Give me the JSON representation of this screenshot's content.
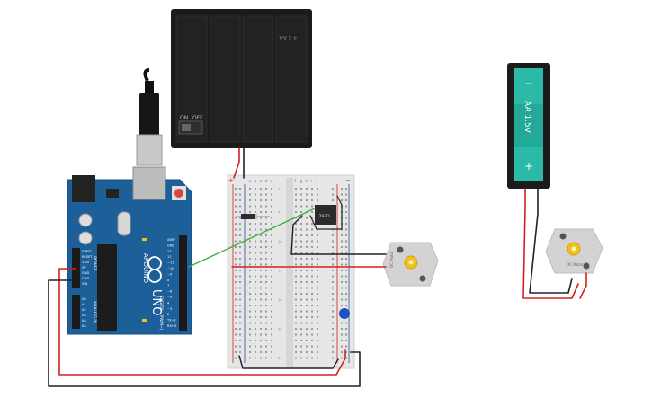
{
  "battery_pack": {
    "cell_label": "4 x AA",
    "switch_on": "ON",
    "switch_off": "OFF"
  },
  "arduino": {
    "model": "UNO",
    "brand": "ARDUINO",
    "reset_label": "RESET",
    "left_header_labels": [
      "IOREF",
      "RESET",
      "3.3V",
      "5V",
      "GND",
      "GND",
      "VIN"
    ],
    "analog_labels": [
      "A0",
      "A1",
      "A2",
      "A3",
      "A4",
      "A5"
    ],
    "power_label": "POWER",
    "analog_in_label": "ANALOG IN",
    "digital_label": "DIGITAL (PWM~)",
    "right_header_labels": [
      "AREF",
      "GND",
      "13",
      "12",
      "~11",
      "~10",
      "~9",
      "8",
      "7",
      "~6",
      "~5",
      "4",
      "~3",
      "2",
      "TX→1",
      "RX←0"
    ],
    "led_labels": [
      "L",
      "TX",
      "RX",
      "ON"
    ]
  },
  "breadboard": {
    "column_letters": [
      "a",
      "b",
      "c",
      "d",
      "e",
      "f",
      "g",
      "h",
      "i",
      "j"
    ],
    "rail_plus": "+",
    "rail_minus": "−",
    "row_numbers": [
      "1",
      "5",
      "10",
      "15",
      "20",
      "25",
      "30"
    ]
  },
  "ic_chip": {
    "label": "L293D"
  },
  "motor_left": {
    "label": "DC Motor"
  },
  "motor_right": {
    "label": "DC Motor"
  },
  "aa_holder": {
    "cell_text": "AA 1.5V",
    "minus": "−",
    "plus": "+"
  },
  "colors": {
    "board_blue": "#1d5f99",
    "battery_black": "#1b1b1b",
    "battery_teal": "#2bb9a8",
    "wire_red": "#d0221f",
    "wire_black": "#222222",
    "wire_green": "#3bb03b",
    "breadboard": "#e6e6e6",
    "motor_body": "#cfcfcf",
    "motor_gear": "#f2c21b"
  }
}
